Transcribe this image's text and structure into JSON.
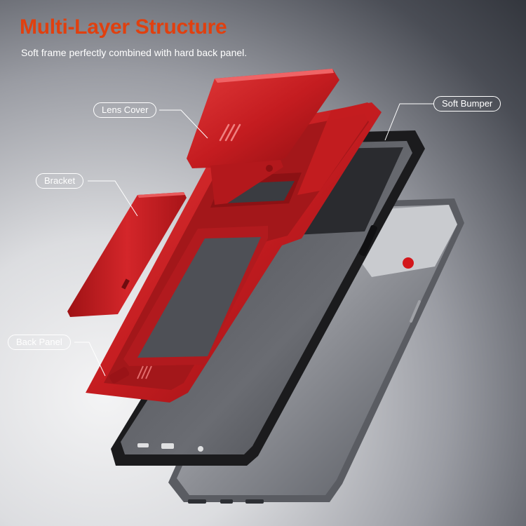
{
  "header": {
    "title": "Multi-Layer Structure",
    "subtitle": "Soft frame perfectly combined with hard back panel."
  },
  "callouts": {
    "lens_cover": "Lens Cover",
    "soft_bumper": "Soft Bumper",
    "bracket": "Bracket",
    "back_panel": "Back Panel"
  },
  "colors": {
    "title_accent": "#e0400f",
    "case_red": "#c81a1e",
    "bumper_black": "#1b1b1d",
    "phone_silver": "#b9bbbf"
  }
}
